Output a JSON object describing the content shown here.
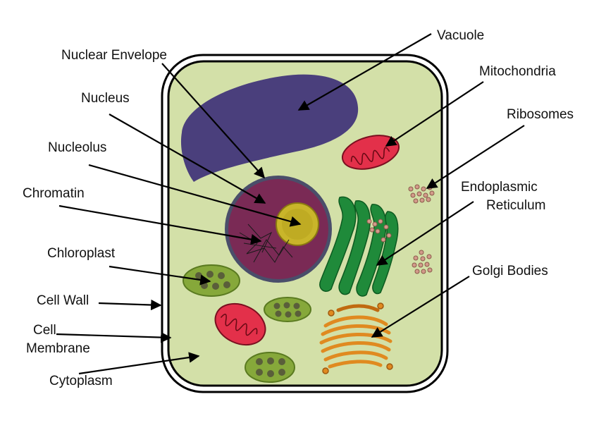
{
  "labels": {
    "vacuole": "Vacuole",
    "nuclear_envelope": "Nuclear Envelope",
    "mitochondria": "Mitochondria",
    "nucleus": "Nucleus",
    "ribosomes": "Ribosomes",
    "nucleolus": "Nucleolus",
    "endoplasmic_line1": "Endoplasmic",
    "endoplasmic_line2": "Reticulum",
    "chromatin": "Chromatin",
    "chloroplast": "Chloroplast",
    "golgi": "Golgi Bodies",
    "cell_wall": "Cell Wall",
    "membrane_line1": "Cell",
    "membrane_line2": "Membrane",
    "cytoplasm": "Cytoplasm"
  },
  "colors": {
    "cytoplasm": "#d3e0a8",
    "vacuole": "#4a3f7c",
    "nucleus": "#7a2a55",
    "nucleolus": "#c9b52a",
    "mitochondria": "#e3304a",
    "chloroplast": "#86a83a",
    "thylakoid": "#5a5e3a",
    "er": "#1f8a3a",
    "golgi": "#e08a20",
    "ribosome": "#d29a8a"
  }
}
